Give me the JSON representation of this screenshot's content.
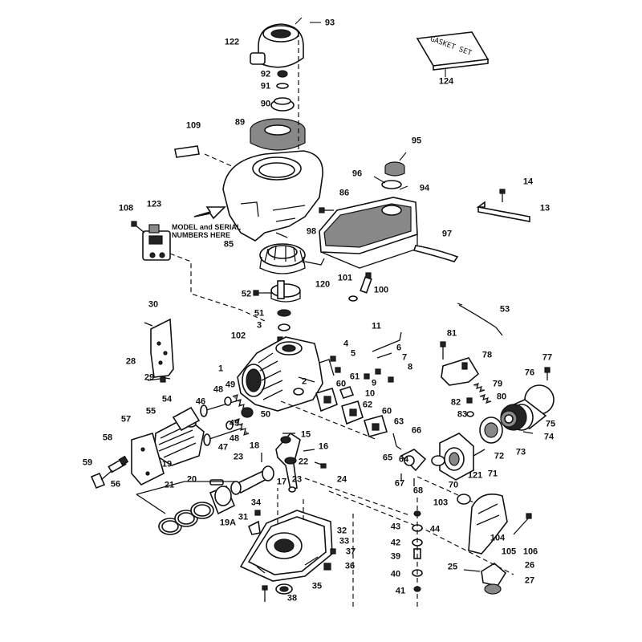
{
  "diagram": {
    "note_line1": "MODEL and SERIAL",
    "note_line2": "NUMBERS HERE",
    "gasket_set_label": "GASKET SET",
    "callouts": [
      {
        "id": "93",
        "text": "93"
      },
      {
        "id": "122",
        "text": "122"
      },
      {
        "id": "92",
        "text": "92"
      },
      {
        "id": "91",
        "text": "91"
      },
      {
        "id": "90",
        "text": "90"
      },
      {
        "id": "89",
        "text": "89"
      },
      {
        "id": "109",
        "text": "109"
      },
      {
        "id": "124",
        "text": "124"
      },
      {
        "id": "95",
        "text": "95"
      },
      {
        "id": "96",
        "text": "96"
      },
      {
        "id": "94",
        "text": "94"
      },
      {
        "id": "86",
        "text": "86"
      },
      {
        "id": "14",
        "text": "14"
      },
      {
        "id": "13",
        "text": "13"
      },
      {
        "id": "108",
        "text": "108"
      },
      {
        "id": "123",
        "text": "123"
      },
      {
        "id": "98",
        "text": "98"
      },
      {
        "id": "85",
        "text": "85"
      },
      {
        "id": "97",
        "text": "97"
      },
      {
        "id": "120",
        "text": "120"
      },
      {
        "id": "101",
        "text": "101"
      },
      {
        "id": "100",
        "text": "100"
      },
      {
        "id": "52",
        "text": "52"
      },
      {
        "id": "51",
        "text": "51"
      },
      {
        "id": "30",
        "text": "30"
      },
      {
        "id": "53",
        "text": "53"
      },
      {
        "id": "3",
        "text": "3"
      },
      {
        "id": "102",
        "text": "102"
      },
      {
        "id": "81",
        "text": "81"
      },
      {
        "id": "11",
        "text": "11"
      },
      {
        "id": "28",
        "text": "28"
      },
      {
        "id": "4",
        "text": "4"
      },
      {
        "id": "5",
        "text": "5"
      },
      {
        "id": "6",
        "text": "6"
      },
      {
        "id": "78",
        "text": "78"
      },
      {
        "id": "77",
        "text": "77"
      },
      {
        "id": "1",
        "text": "1"
      },
      {
        "id": "7",
        "text": "7"
      },
      {
        "id": "8",
        "text": "8"
      },
      {
        "id": "76",
        "text": "76"
      },
      {
        "id": "29",
        "text": "29"
      },
      {
        "id": "79",
        "text": "79"
      },
      {
        "id": "9",
        "text": "9"
      },
      {
        "id": "2",
        "text": "2"
      },
      {
        "id": "48a",
        "text": "48"
      },
      {
        "id": "49a",
        "text": "49"
      },
      {
        "id": "60a",
        "text": "60"
      },
      {
        "id": "61",
        "text": "61"
      },
      {
        "id": "10",
        "text": "10"
      },
      {
        "id": "80",
        "text": "80"
      },
      {
        "id": "54",
        "text": "54"
      },
      {
        "id": "46",
        "text": "46"
      },
      {
        "id": "82",
        "text": "82"
      },
      {
        "id": "62",
        "text": "62"
      },
      {
        "id": "50",
        "text": "50"
      },
      {
        "id": "83",
        "text": "83"
      },
      {
        "id": "55",
        "text": "55"
      },
      {
        "id": "60b",
        "text": "60"
      },
      {
        "id": "75",
        "text": "75"
      },
      {
        "id": "57",
        "text": "57"
      },
      {
        "id": "49b",
        "text": "49"
      },
      {
        "id": "63",
        "text": "63"
      },
      {
        "id": "48b",
        "text": "48"
      },
      {
        "id": "15",
        "text": "15"
      },
      {
        "id": "74",
        "text": "74"
      },
      {
        "id": "58",
        "text": "58"
      },
      {
        "id": "66",
        "text": "66"
      },
      {
        "id": "47",
        "text": "47"
      },
      {
        "id": "18",
        "text": "18"
      },
      {
        "id": "16",
        "text": "16"
      },
      {
        "id": "72",
        "text": "72"
      },
      {
        "id": "73",
        "text": "73"
      },
      {
        "id": "65",
        "text": "65"
      },
      {
        "id": "64",
        "text": "64"
      },
      {
        "id": "59",
        "text": "59"
      },
      {
        "id": "23a",
        "text": "23"
      },
      {
        "id": "19",
        "text": "19"
      },
      {
        "id": "22",
        "text": "22"
      },
      {
        "id": "71",
        "text": "71"
      },
      {
        "id": "121",
        "text": "121"
      },
      {
        "id": "56",
        "text": "56"
      },
      {
        "id": "20",
        "text": "20"
      },
      {
        "id": "17",
        "text": "17"
      },
      {
        "id": "23b",
        "text": "23"
      },
      {
        "id": "24",
        "text": "24"
      },
      {
        "id": "67",
        "text": "67"
      },
      {
        "id": "70",
        "text": "70"
      },
      {
        "id": "21",
        "text": "21"
      },
      {
        "id": "68",
        "text": "68"
      },
      {
        "id": "103",
        "text": "103"
      },
      {
        "id": "34",
        "text": "34"
      },
      {
        "id": "19A",
        "text": "19A"
      },
      {
        "id": "31",
        "text": "31"
      },
      {
        "id": "43",
        "text": "43"
      },
      {
        "id": "44",
        "text": "44"
      },
      {
        "id": "32",
        "text": "32"
      },
      {
        "id": "104",
        "text": "104"
      },
      {
        "id": "106",
        "text": "106"
      },
      {
        "id": "33",
        "text": "33"
      },
      {
        "id": "42",
        "text": "42"
      },
      {
        "id": "37",
        "text": "37"
      },
      {
        "id": "105",
        "text": "105"
      },
      {
        "id": "39",
        "text": "39"
      },
      {
        "id": "25",
        "text": "25"
      },
      {
        "id": "26",
        "text": "26"
      },
      {
        "id": "36",
        "text": "36"
      },
      {
        "id": "40",
        "text": "40"
      },
      {
        "id": "27",
        "text": "27"
      },
      {
        "id": "35",
        "text": "35"
      },
      {
        "id": "41",
        "text": "41"
      },
      {
        "id": "38",
        "text": "38"
      }
    ]
  }
}
